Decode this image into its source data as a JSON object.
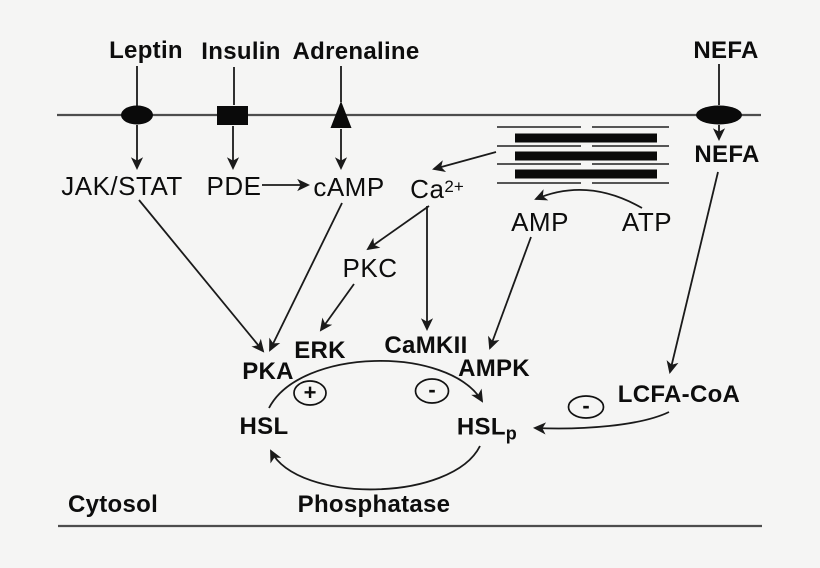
{
  "diagram": {
    "type": "cell-signaling-pathway-lipolysis",
    "compartment_label": "Cytosol",
    "ligands": {
      "leptin": "Leptin",
      "insulin": "Insulin",
      "adrenaline": "Adrenaline",
      "nefa": "NEFA"
    },
    "receptors": [
      {
        "name": "leptin-receptor",
        "shape": "filled-ellipse"
      },
      {
        "name": "insulin-receptor",
        "shape": "filled-square"
      },
      {
        "name": "adrenaline-receptor",
        "shape": "filled-triangle"
      },
      {
        "name": "nefa-transporter",
        "shape": "filled-ellipse"
      }
    ],
    "nodes": {
      "jak_stat": "JAK/STAT",
      "pde": "PDE",
      "camp": "cAMP",
      "ca": {
        "base": "Ca",
        "sup": "2+"
      },
      "nefa_intracellular": "NEFA",
      "amp": "AMP",
      "atp": "ATP",
      "pkc": "PKC",
      "erk": "ERK",
      "camkii": "CaMKII",
      "ampk": "AMPK",
      "pka": "PKA",
      "hsl": "HSL",
      "hslp": {
        "base": "HSL",
        "sub": "p"
      },
      "lcfa_coa": "LCFA-CoA",
      "phosphatase": "Phosphatase"
    },
    "signs": {
      "activation": "+",
      "inhibition": "-",
      "lcfa_inhibition": "-"
    },
    "edges": [
      {
        "from": "Leptin",
        "to": "JAK/STAT"
      },
      {
        "from": "Insulin",
        "to": "PDE"
      },
      {
        "from": "PDE",
        "to": "cAMP"
      },
      {
        "from": "Adrenaline",
        "to": "cAMP"
      },
      {
        "from": "calcium-store",
        "to": "Ca2+"
      },
      {
        "from": "Ca2+",
        "to": "PKC"
      },
      {
        "from": "Ca2+",
        "to": "CaMKII"
      },
      {
        "from": "PKC",
        "to": "ERK"
      },
      {
        "from": "JAK/STAT",
        "to": "PKA"
      },
      {
        "from": "cAMP",
        "to": "PKA"
      },
      {
        "from": "ATP",
        "to": "AMP"
      },
      {
        "from": "AMP",
        "to": "AMPK"
      },
      {
        "from": "NEFA",
        "to": "NEFA (intracellular)"
      },
      {
        "from": "NEFA (intracellular)",
        "to": "LCFA-CoA"
      },
      {
        "from": "LCFA-CoA",
        "to": "HSLp",
        "sign": "-"
      },
      {
        "from": "HSL",
        "to": "HSLp",
        "sign": "+/-"
      },
      {
        "from": "HSLp",
        "to": "HSL",
        "via": "Phosphatase"
      }
    ],
    "colors": {
      "background": "#f5f5f4",
      "membrane_line": "#4d4d4d",
      "arrow": "#1a1a1a",
      "shape_fill": "#0a0a0a",
      "text": "#0d0d0d"
    }
  }
}
